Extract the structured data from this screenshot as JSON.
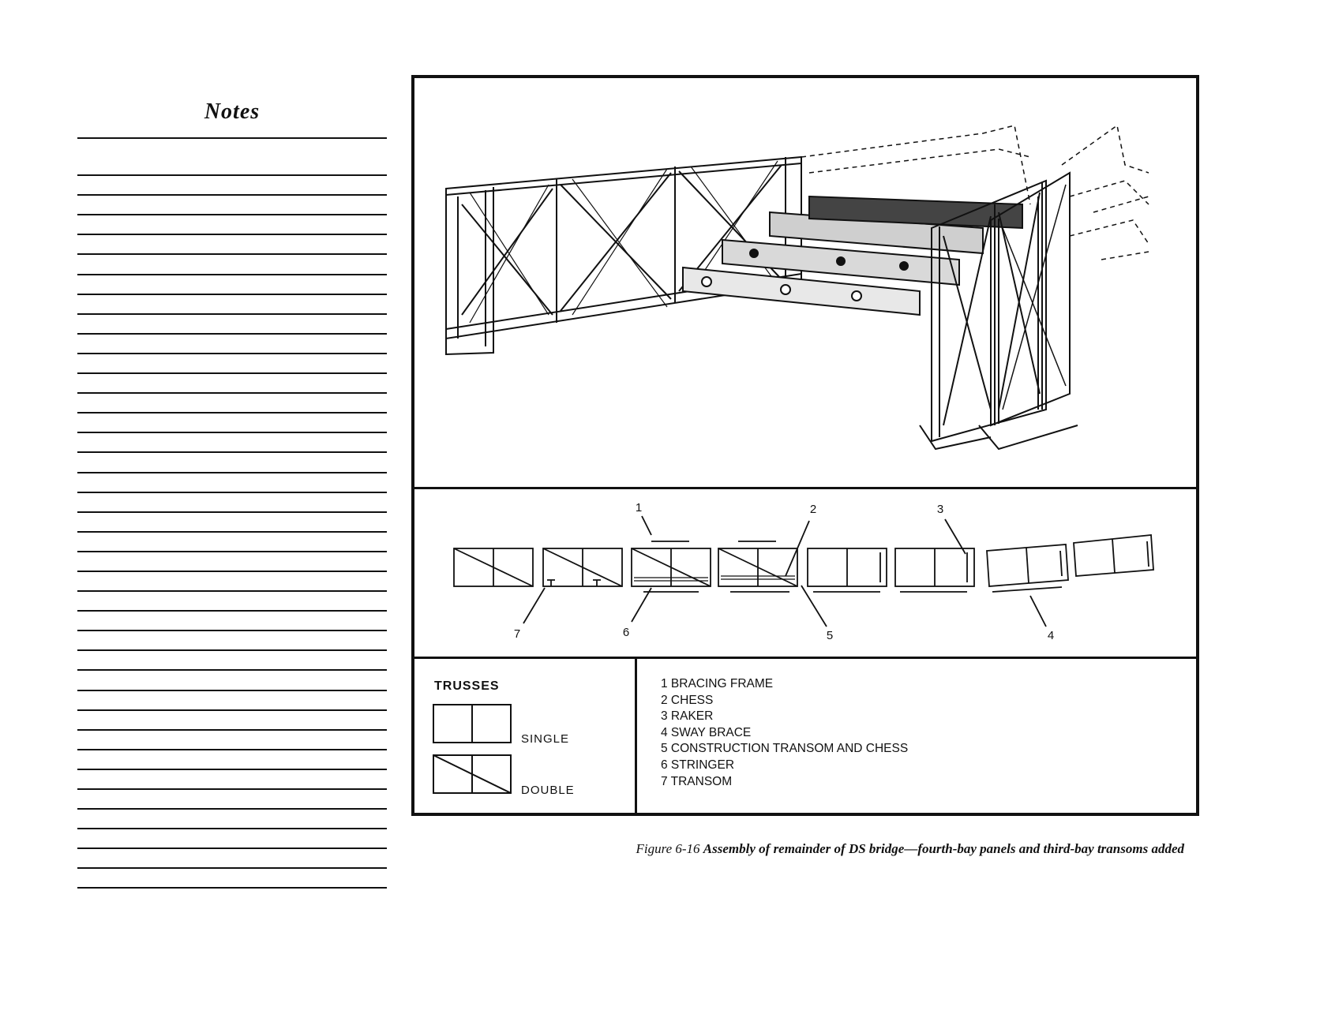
{
  "notes": {
    "title": "Notes",
    "line_count": 38
  },
  "diagram": {
    "callouts": [
      "1",
      "2",
      "3",
      "4",
      "5",
      "6",
      "7"
    ]
  },
  "trusses": {
    "title": "TRUSSES",
    "single_label": "SINGLE",
    "double_label": "DOUBLE"
  },
  "legend": {
    "items": [
      "1 BRACING FRAME",
      "2 CHESS",
      "3 RAKER",
      "4 SWAY BRACE",
      "5 CONSTRUCTION TRANSOM AND CHESS",
      "6 STRINGER",
      "7 TRANSOM"
    ]
  },
  "caption": {
    "prefix": "Figure 6-16",
    "text": "Assembly of remainder of DS bridge—fourth-bay panels and third-bay transoms added"
  }
}
